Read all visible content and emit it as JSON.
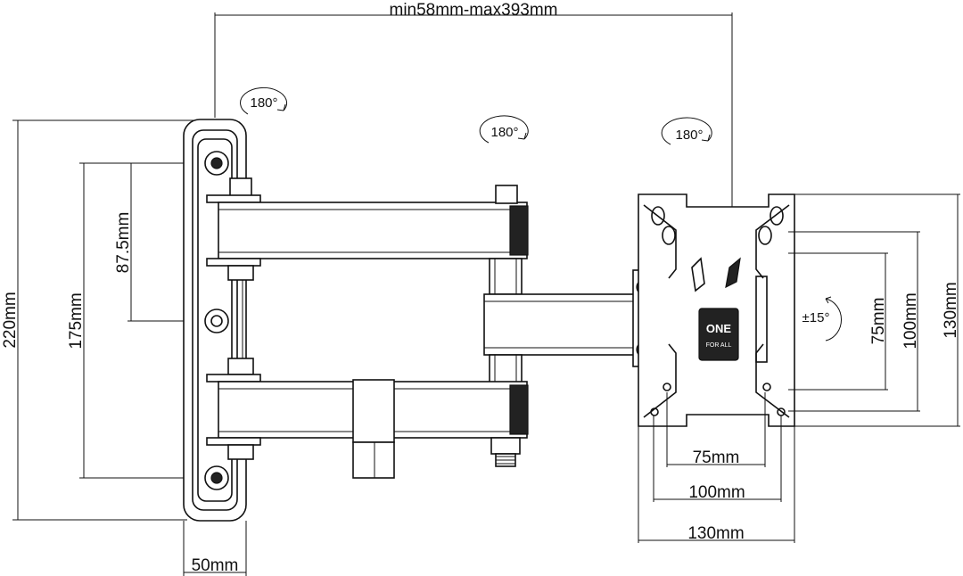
{
  "dimensions": {
    "span": "min58mm-max393mm",
    "wall_height": "220mm",
    "wall_hole_spacing": "175mm",
    "wall_center_offset": "87.5mm",
    "wall_depth": "50mm",
    "vesa_v75": "75mm",
    "vesa_v100": "100mm",
    "vesa_v130": "130mm",
    "vesa_h75": "75mm",
    "vesa_h100": "100mm",
    "vesa_h130": "130mm"
  },
  "rotations": {
    "wall_pivot": "180°",
    "arm_pivot": "180°",
    "head_pivot": "180°",
    "tilt": "±15°"
  },
  "brand": {
    "line1": "ONE",
    "line2": "FOR ALL"
  }
}
